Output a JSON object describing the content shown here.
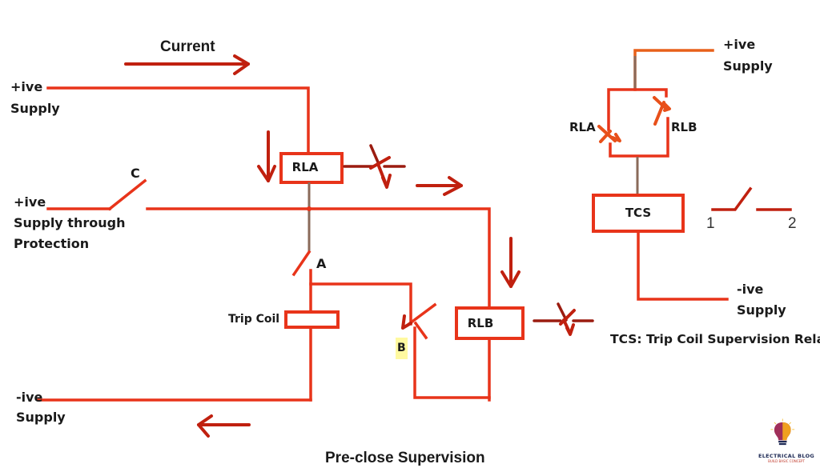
{
  "title": "Pre-close Supervision",
  "legend": "TCS: Trip Coil Supervision Relay",
  "colors": {
    "wire": "#e8341a",
    "wire_dark": "#9b1c10",
    "box_border": "#e8341a",
    "text": "#1a1a1a"
  },
  "left_circuit": {
    "current_label": "Current",
    "pos_supply": {
      "line1": "+ive",
      "line2": "Supply"
    },
    "pos_supply_protection": {
      "line1": "+ive",
      "line2": "Supply through",
      "line3": "Protection"
    },
    "neg_supply": {
      "line1": "-ive",
      "line2": "Supply"
    },
    "contact_c": "C",
    "contact_a": "A",
    "contact_b": "B",
    "relay_a": "RLA",
    "relay_b": "RLB",
    "trip_coil": "Trip Coil"
  },
  "right_circuit": {
    "pos_supply": {
      "line1": "+ive",
      "line2": "Supply"
    },
    "neg_supply": {
      "line1": "-ive",
      "line2": "Supply"
    },
    "contact_rla": "RLA",
    "contact_rlb": "RLB",
    "relay_tcs": "TCS",
    "switch_terminal_1": "1",
    "switch_terminal_2": "2"
  },
  "logo": {
    "name": "ELECTRICAL BLOG",
    "tagline": "BUILD BASIC CONCEPT",
    "icon": "lightbulb-icon"
  }
}
